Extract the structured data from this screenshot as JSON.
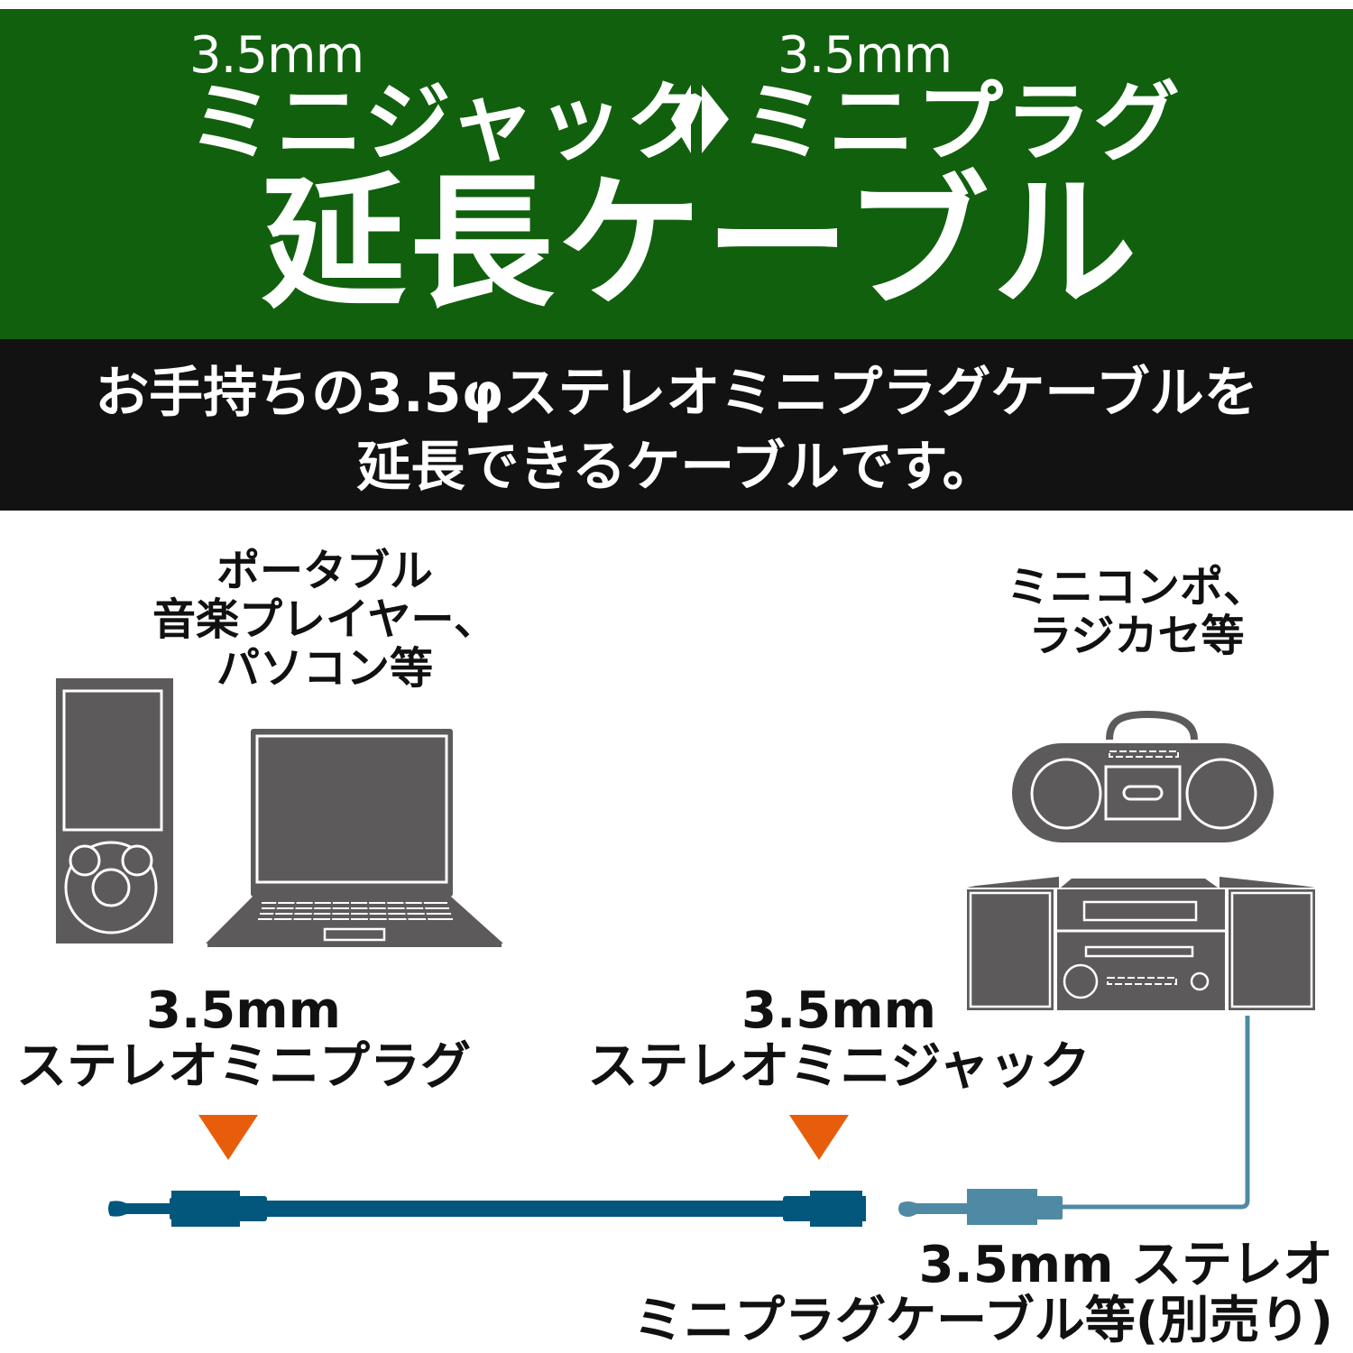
{
  "header": {
    "left_size": "3.5mm",
    "left_kana": "ミニジャック",
    "right_size": "3.5mm",
    "right_kana": "ミニプラグ",
    "title": "延長ケーブル",
    "arrows_icon": "double-triangle-arrows"
  },
  "description": {
    "line1": "お手持ちの3.5φステレオミニプラグケーブルを",
    "line2": "延長できるケーブルです。"
  },
  "devices_left": {
    "label_lines": [
      "ポータブル",
      "音楽プレイヤー、",
      "パソコン等"
    ],
    "icons": [
      "music-player-icon",
      "laptop-icon"
    ]
  },
  "devices_right": {
    "label_lines": [
      "ミニコンポ、",
      "ラジカセ等"
    ],
    "icons": [
      "boombox-icon",
      "mini-stereo-icon"
    ]
  },
  "connectors": {
    "plug": {
      "size": "3.5mm",
      "name": "ステレオミニプラグ"
    },
    "jack": {
      "size": "3.5mm",
      "name": "ステレオミニジャック"
    },
    "separate_cable": {
      "line1": "3.5mm ステレオ",
      "line2": "ミニプラグケーブル等(別売り)"
    }
  },
  "colors": {
    "banner_green": "#11600e",
    "strip_black": "#121212",
    "device_gray": "#5d5a5b",
    "cable_blue": "#03567c",
    "cable_light_blue": "#4f8aa5",
    "marker_orange": "#e85d0c"
  }
}
